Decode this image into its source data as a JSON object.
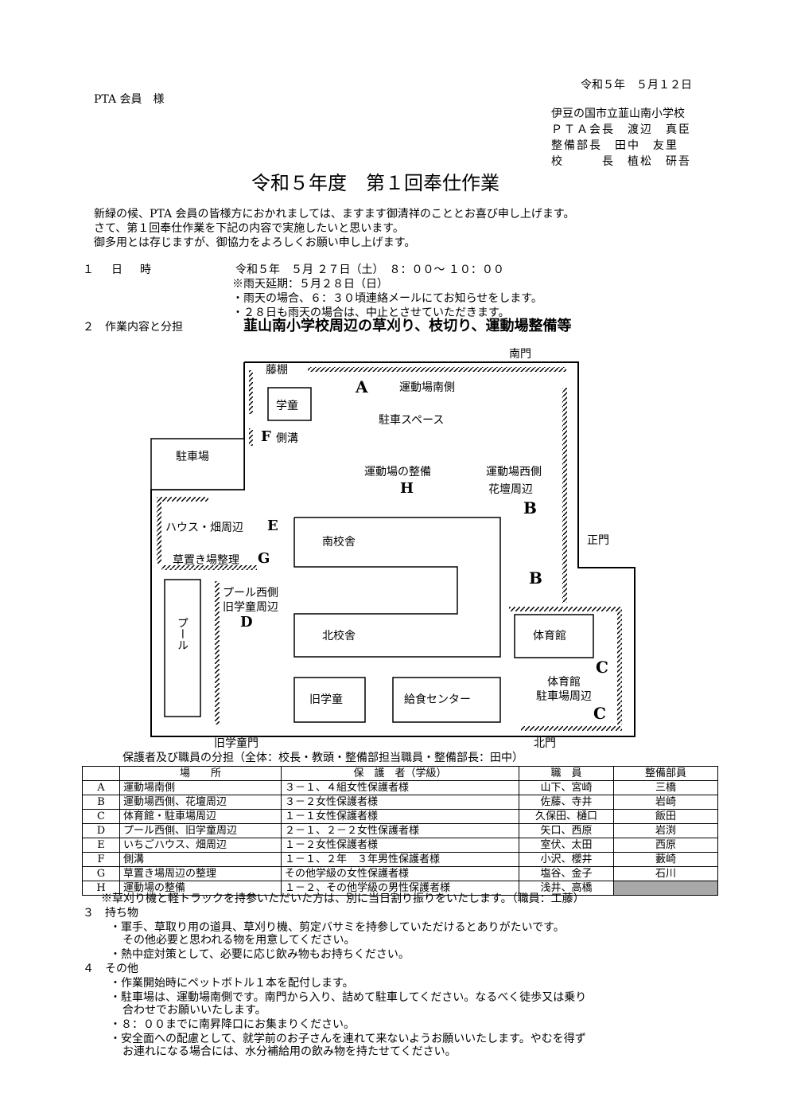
{
  "header": {
    "date": "令和５年　５月１２日",
    "addressee": "PTA 会員　様",
    "school": "伊豆の国市立韮山南小学校",
    "senders": [
      "ＰＴＡ会長　渡辺　真臣",
      "整備部長　田中　友里",
      "校　　　長　植松　研吾"
    ]
  },
  "title": "令和５年度　第１回奉仕作業",
  "greeting": [
    "新緑の候、PTA 会員の皆様方におかれましては、ますます御清祥のこととお喜び申し上げます。",
    "さて、第１回奉仕作業を下記の内容で実施したいと思います。",
    "御多用とは存じますが、御協力をよろしくお願い申し上げます。"
  ],
  "section1": {
    "label": "１　日　時",
    "datetime": "令和５年　５月 ２７日（土）　８：００～ １０：００",
    "notes": [
      "※雨天延期：５月２８日（日）",
      "・雨天の場合、６：３０頃連絡メールにてお知らせをします。",
      "・２８日も雨天の場合は、中止とさせていただきます。"
    ]
  },
  "section2": {
    "label": "２　作業内容と分担",
    "content": "韮山南小学校周辺の草刈り、枝切り、運動場整備等"
  },
  "map": {
    "south_gate": "南門",
    "main_gate": "正門",
    "north_gate": "北門",
    "old_gakudo_gate": "旧学童門",
    "fujidana": "藤棚",
    "gakudo": "学童",
    "parking": "駐車場",
    "f_label": "F",
    "f_text": "側溝",
    "a_label": "A",
    "a_text": "運動場南側",
    "parking_space": "駐車スペース",
    "ground_maint": "運動場の整備",
    "h_label": "H",
    "west_ground": [
      "運動場西側",
      "花壇周辺"
    ],
    "b_label": "B",
    "e_text": "ハウス・畑周辺",
    "e_label": "E",
    "g_text": "草置き場整理",
    "g_label": "G",
    "south_bldg": "南校舎",
    "north_bldg": "北校舎",
    "pool_west": [
      "プール西側",
      "旧学童周辺"
    ],
    "d_label": "D",
    "pool": "プール",
    "gym": "体育館",
    "c_label": "C",
    "gym_parking": [
      "体育館",
      "駐車場周辺"
    ],
    "old_gakudo": "旧学童",
    "kyushoku": "給食センター"
  },
  "table": {
    "caption": "保護者及び職員の分担（全体：校長・教頭・整備部担当職員・整備部長：田中）",
    "headers": [
      "",
      "場　　所",
      "保　護　者（学級）",
      "職　員",
      "整備部員"
    ],
    "rows": [
      [
        "A",
        "運動場南側",
        "３－１、４組女性保護者様",
        "山下、宮崎",
        "三橋"
      ],
      [
        "B",
        "運動場西側、花壇周辺",
        "３－２女性保護者様",
        "佐藤、寺井",
        "岩崎"
      ],
      [
        "C",
        "体育館・駐車場周辺",
        "１－１女性保護者様",
        "久保田、樋口",
        "飯田"
      ],
      [
        "D",
        "プール西側、旧学童周辺",
        "２－１、２－２女性保護者様",
        "矢口、西原",
        "岩渕"
      ],
      [
        "E",
        "いちごハウス、畑周辺",
        "１－２女性保護者様",
        "室伏、太田",
        "西原"
      ],
      [
        "F",
        "側溝",
        "１－１、２年　３年男性保護者様",
        "小沢、櫻井",
        "藪崎"
      ],
      [
        "G",
        "草置き場周辺の整理",
        "その他学級の女性保護者様",
        "塩谷、金子",
        "石川"
      ],
      [
        "H",
        "運動場の整備",
        "１－２、その他学級の男性保護者様",
        "浅井、高橋",
        ""
      ]
    ],
    "note": "※草刈り機と軽トラックを持参いただいた方は、別に当日割り振りをいたします。（職員：工藤）"
  },
  "section3": {
    "label": "３　持ち物",
    "lines": [
      "・軍手、草取り用の道具、草刈り機、剪定バサミを持参していただけるとありがたいです。",
      "その他必要と思われる物を用意してください。",
      "・熱中症対策として、必要に応じ飲み物もお持ちください。"
    ]
  },
  "section4": {
    "label": "４　その他",
    "lines": [
      "・作業開始時にペットボトル１本を配付します。",
      "・駐車場は、運動場南側です。南門から入り、詰めて駐車してください。なるべく徒歩又は乗り",
      "合わせでお願いいたします。",
      "・８：００までに南昇降口にお集まりください。",
      "・安全面への配慮として、就学前のお子さんを連れて来ないようお願いいたします。やむを得ず",
      "お連れになる場合には、水分補給用の飲み物を持たせてください。"
    ]
  }
}
